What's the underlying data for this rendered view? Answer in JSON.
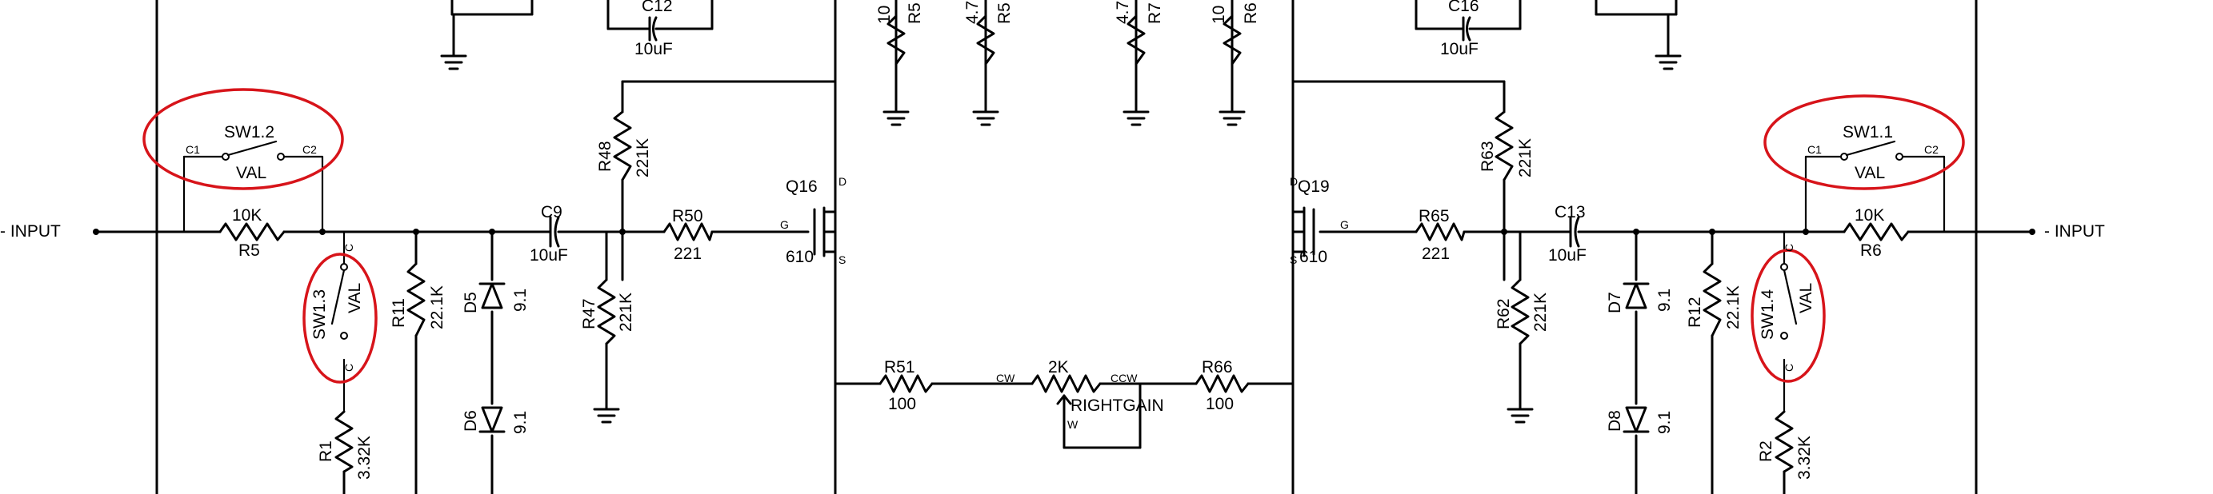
{
  "inputs": {
    "left": "- INPUT",
    "right": "- INPUT"
  },
  "capacitors": {
    "c12": {
      "ref": "C12",
      "value": "10uF"
    },
    "c16": {
      "ref": "C16",
      "value": "10uF"
    },
    "c9": {
      "ref": "C9",
      "value": "10uF"
    },
    "c13": {
      "ref": "C13",
      "value": "10uF"
    }
  },
  "switches": {
    "sw1_2": {
      "ref": "SW1.2",
      "label": "VAL",
      "c1": "C1",
      "c2": "C2"
    },
    "sw1_1": {
      "ref": "SW1.1",
      "label": "VAL",
      "c1": "C1",
      "c2": "C2"
    },
    "sw1_3": {
      "ref": "SW1.3",
      "label": "VAL",
      "pin_top": "C",
      "pin_bottom": "C"
    },
    "sw1_4": {
      "ref": "SW1.4",
      "label": "VAL",
      "pin_top": "C",
      "pin_bottom": "C"
    }
  },
  "resistors": {
    "r5": {
      "ref": "R5",
      "value": "10K"
    },
    "r6": {
      "ref": "R6",
      "value": "10K"
    },
    "r48": {
      "ref": "R48",
      "value": "221K"
    },
    "r47": {
      "ref": "R47",
      "value": "221K"
    },
    "r63": {
      "ref": "R63",
      "value": "221K"
    },
    "r62": {
      "ref": "R62",
      "value": "221K"
    },
    "r50": {
      "ref": "R50",
      "value": "221"
    },
    "r65": {
      "ref": "R65",
      "value": "221"
    },
    "r11": {
      "ref": "R11",
      "value": "22.1K"
    },
    "r12": {
      "ref": "R12",
      "value": "22.1K"
    },
    "r1": {
      "ref": "R1",
      "value": "3.32K"
    },
    "r2": {
      "ref": "R2",
      "value": "3.32K"
    },
    "r51": {
      "ref": "R51",
      "value": "100"
    },
    "r66": {
      "ref": "R66",
      "value": "100"
    }
  },
  "top_partial": {
    "a": "10",
    "b": "R5",
    "c": "4.7",
    "d": "R5",
    "e": "4.7",
    "f": "R7",
    "g": "10",
    "h": "R6"
  },
  "diodes": {
    "d5": {
      "ref": "D5",
      "value": "9.1"
    },
    "d6": {
      "ref": "D6",
      "value": "9.1"
    },
    "d7": {
      "ref": "D7",
      "value": "9.1"
    },
    "d8": {
      "ref": "D8",
      "value": "9.1"
    }
  },
  "transistors": {
    "q16": {
      "ref": "Q16",
      "part": "610",
      "g": "G",
      "d": "D",
      "s": "S"
    },
    "q19": {
      "ref": "Q19",
      "part": "610",
      "g": "G",
      "d": "D",
      "s": "S"
    }
  },
  "pot": {
    "value": "2K",
    "name": "RIGHTGAIN",
    "cw": "CW",
    "ccw": "CCW",
    "w": "W"
  },
  "colors": {
    "wire": "#000000",
    "highlight": "#d7141a",
    "background": "#ffffff"
  }
}
